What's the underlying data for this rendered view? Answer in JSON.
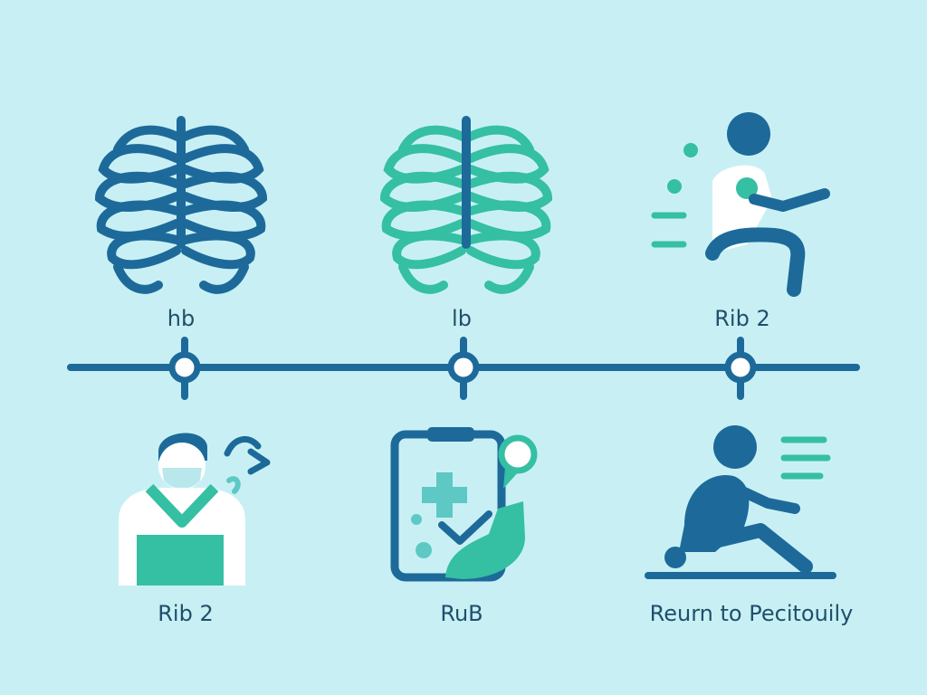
{
  "colors": {
    "background": "#c8f0f4",
    "dark_blue": "#1d6a9a",
    "teal": "#35bfa3",
    "light_teal": "#5ec8c4",
    "white": "#ffffff",
    "label": "#1f4f6b"
  },
  "top_row": [
    {
      "icon": "ribcage-icon",
      "label": "hb"
    },
    {
      "icon": "ribcage-icon",
      "label": "lb"
    },
    {
      "icon": "person-exercising-icon",
      "label": "Rib 2"
    }
  ],
  "timeline": {
    "nodes": 3
  },
  "bottom_row": [
    {
      "icon": "medical-professional-icon",
      "label": "Rib 2"
    },
    {
      "icon": "clipboard-checkmark-icon",
      "label": "RuB"
    },
    {
      "icon": "person-stretching-icon",
      "label": "Reurn to Pecitouily"
    }
  ]
}
